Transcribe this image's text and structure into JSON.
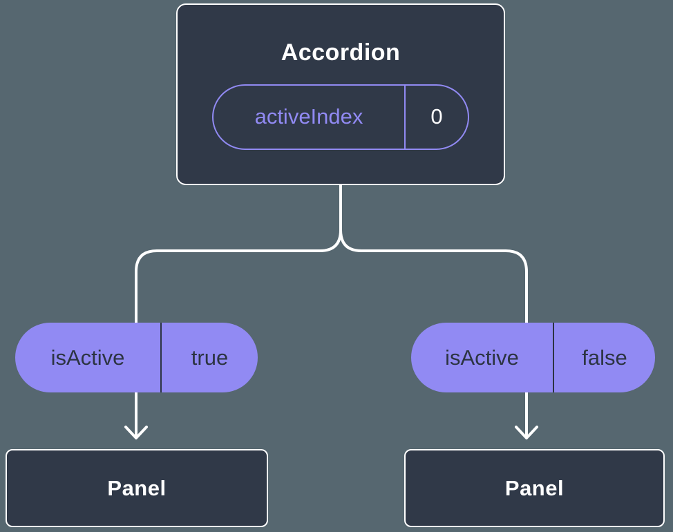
{
  "colors": {
    "background": "#566770",
    "node_fill": "#303948",
    "node_border": "#ffffff",
    "accent": "#918af3",
    "pill_text": "#2c3442",
    "line": "#ffffff",
    "text": "#ffffff"
  },
  "root_node": {
    "title": "Accordion",
    "prop_name": "activeIndex",
    "prop_value": "0"
  },
  "children": [
    {
      "prop_name": "isActive",
      "prop_value": "true",
      "node_label": "Panel"
    },
    {
      "prop_name": "isActive",
      "prop_value": "false",
      "node_label": "Panel"
    }
  ]
}
